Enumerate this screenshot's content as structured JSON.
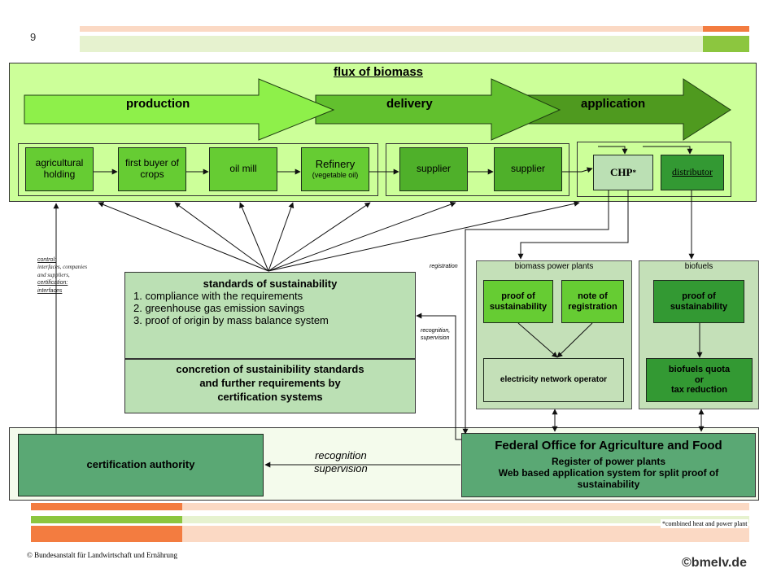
{
  "slide": {
    "page_number": "9"
  },
  "header": {
    "title": "flux of biomass",
    "stages": [
      "production",
      "delivery",
      "application"
    ]
  },
  "chain": {
    "production": [
      "agricultural holding",
      "first buyer of crops",
      "oil mill",
      "Refinery"
    ],
    "refinery_note": "(vegetable oil)",
    "delivery": [
      "supplier",
      "supplier"
    ],
    "application": {
      "chp": "CHP",
      "chp_mark": "*",
      "distributor": "distributor"
    }
  },
  "side_labels": {
    "control": "control:",
    "control_detail_1": "interfaces, companies",
    "control_detail_2": "and suppliers,",
    "certification": "certification:",
    "interfaces": "interfaces",
    "registration": "registration",
    "recognition_1": "recognition,",
    "recognition_2": "supervision"
  },
  "standards": {
    "title": "standards of sustainability",
    "items": [
      "1. compliance with the requirements",
      "2. greenhouse gas emission savings",
      "3. proof of origin by mass balance system"
    ],
    "concretion_1": "concretion of sustainibility standards",
    "concretion_2": "and further requirements by",
    "concretion_3": "certification systems"
  },
  "power_plants": {
    "title": "biomass power plants",
    "proof": "proof of sustainability",
    "note": "note of registration",
    "operator": "electricity network operator"
  },
  "biofuels": {
    "title": "biofuels",
    "proof": "proof of sustainability",
    "quota_1": "biofuels quota",
    "quota_2": "or",
    "quota_3": "tax reduction"
  },
  "bottom": {
    "certification_authority": "certification authority",
    "recognition": "recognition",
    "supervision": "supervision",
    "federal_title": "Federal Office for Agriculture and Food",
    "register_1": "Register of power plants",
    "register_2": "Web based application system for split proof of",
    "register_3": "sustainability"
  },
  "footer": {
    "footnote": "*combined heat and power plant",
    "copyright": "© Bundesanstalt für Landwirtschaft und Ernährung",
    "brand": "©bmelv.de"
  },
  "colors": {
    "light_green_bg": "#ccff99",
    "mid_green": "#66cc33",
    "dark_green": "#339933",
    "pale_green": "#bbe0b4",
    "teal_green": "#5aa874",
    "orange": "#f37c40"
  }
}
